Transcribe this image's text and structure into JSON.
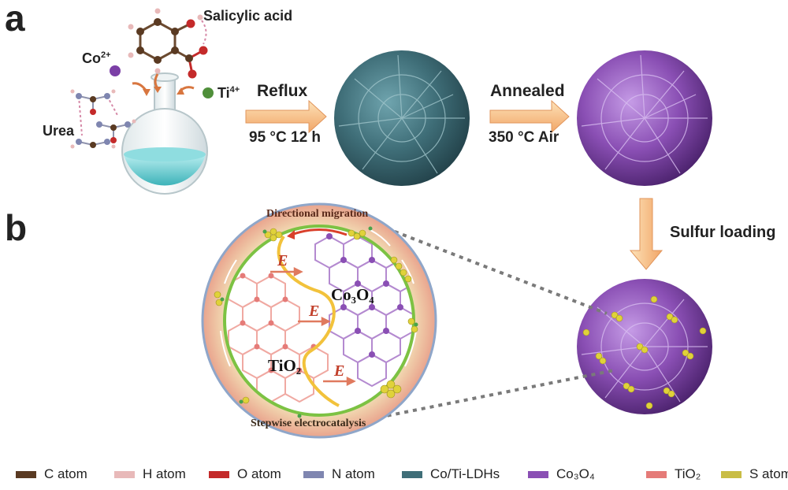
{
  "panel_a": "a",
  "panel_b": "b",
  "labels": {
    "salicylic_acid": "Salicylic acid",
    "co_ion": "Co",
    "co_charge": "2+",
    "ti_ion": "Ti",
    "ti_charge": "4+",
    "urea": "Urea",
    "reflux": "Reflux",
    "reflux_cond": "95 °C 12 h",
    "annealed": "Annealed",
    "annealed_cond": "350 °C Air",
    "sulfur_loading": "Sulfur loading",
    "directional_migration": "Directional migration",
    "stepwise": "Stepwise electrocatalysis",
    "co3o4": "Co₃O₄",
    "tio2": "TiO₂",
    "e_symbol": "E"
  },
  "legend": [
    {
      "label": "C atom",
      "color": "#5a3a22"
    },
    {
      "label": "H atom",
      "color": "#e8b9b9"
    },
    {
      "label": "O atom",
      "color": "#c42a2a"
    },
    {
      "label": "N atom",
      "color": "#7f86b0"
    },
    {
      "label": "Co/Ti-LDHs",
      "color": "#3f6e78"
    },
    {
      "label": "Co₃O₄",
      "color": "#8a4fb4"
    },
    {
      "label": "TiO₂",
      "color": "#e57b78"
    },
    {
      "label": "S atom",
      "color": "#c9bd45"
    }
  ]
}
